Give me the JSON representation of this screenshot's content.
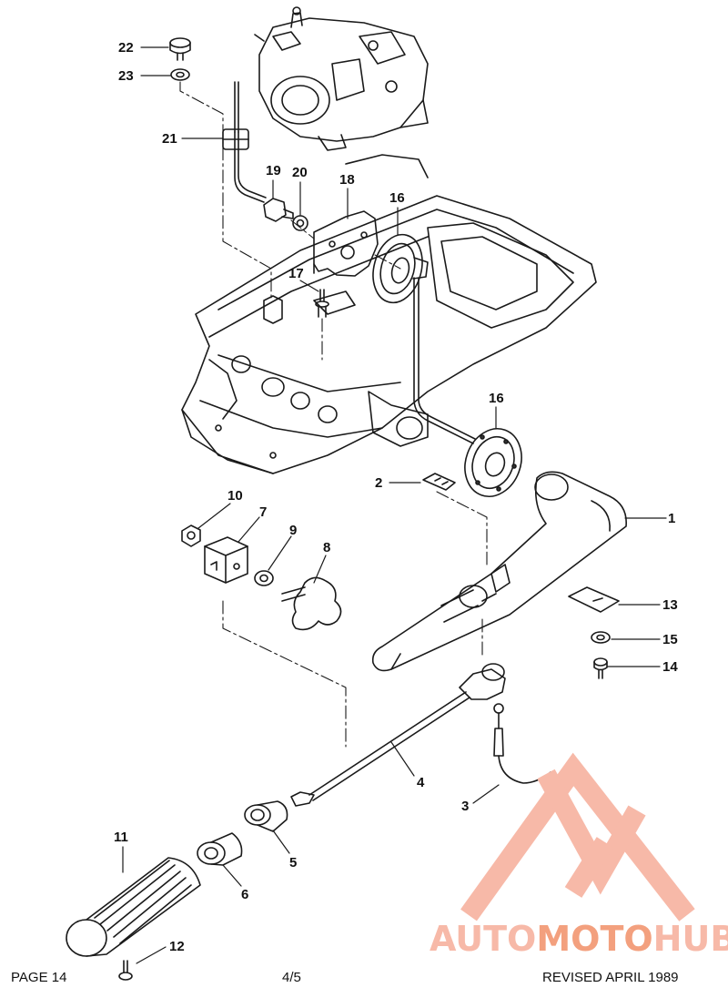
{
  "labels": {
    "l1": "1",
    "l2": "2",
    "l3": "3",
    "l4": "4",
    "l5": "5",
    "l6": "6",
    "l7": "7",
    "l8": "8",
    "l9": "9",
    "l10": "10",
    "l11": "11",
    "l12": "12",
    "l13": "13",
    "l14": "14",
    "l15": "15",
    "l16a": "16",
    "l16b": "16",
    "l17": "17",
    "l18": "18",
    "l19": "19",
    "l20": "20",
    "l21": "21",
    "l22": "22",
    "l23": "23"
  },
  "footer": {
    "page": "PAGE 14",
    "code": "4/5",
    "revised": "REVISED APRIL 1989"
  },
  "watermark": {
    "part1": "AUTO",
    "part2": "MOTO",
    "part3": "HUB",
    "color_main": "#f7b9a8",
    "color_accent": "#f3a07e"
  }
}
